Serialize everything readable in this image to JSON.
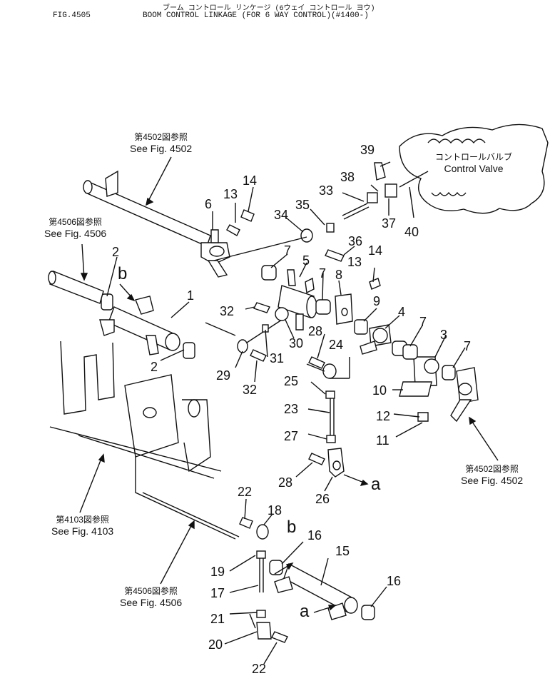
{
  "header": {
    "fig_no": "FIG.4505",
    "title_jp": "ブーム コントロール リンケージ (6ウェイ コントロール ヨウ)",
    "title_en": "BOOM CONTROL LINKAGE (FOR 6 WAY CONTROL)(#1400-)"
  },
  "control_valve": {
    "jp": "コントロールバルブ",
    "en": "Control Valve"
  },
  "references": [
    {
      "jp": "第4502図参照",
      "en": "See Fig. 4502"
    },
    {
      "jp": "第4506図参照",
      "en": "See Fig. 4506"
    },
    {
      "jp": "第4502図参照",
      "en": "See Fig. 4502"
    },
    {
      "jp": "第4103図参照",
      "en": "See Fig. 4103"
    },
    {
      "jp": "第4506図参照",
      "en": "See Fig. 4506"
    }
  ],
  "side_marks": [
    "a",
    "a",
    "b",
    "b"
  ],
  "part_labels": [
    "1",
    "2",
    "2",
    "3",
    "4",
    "5",
    "6",
    "7",
    "7",
    "7",
    "7",
    "7",
    "8",
    "9",
    "10",
    "11",
    "12",
    "13",
    "13",
    "14",
    "14",
    "15",
    "16",
    "16",
    "17",
    "18",
    "19",
    "20",
    "21",
    "22",
    "22",
    "23",
    "24",
    "25",
    "26",
    "27",
    "28",
    "28",
    "29",
    "30",
    "31",
    "32",
    "32",
    "33",
    "34",
    "35",
    "36",
    "37",
    "38",
    "39",
    "40"
  ]
}
